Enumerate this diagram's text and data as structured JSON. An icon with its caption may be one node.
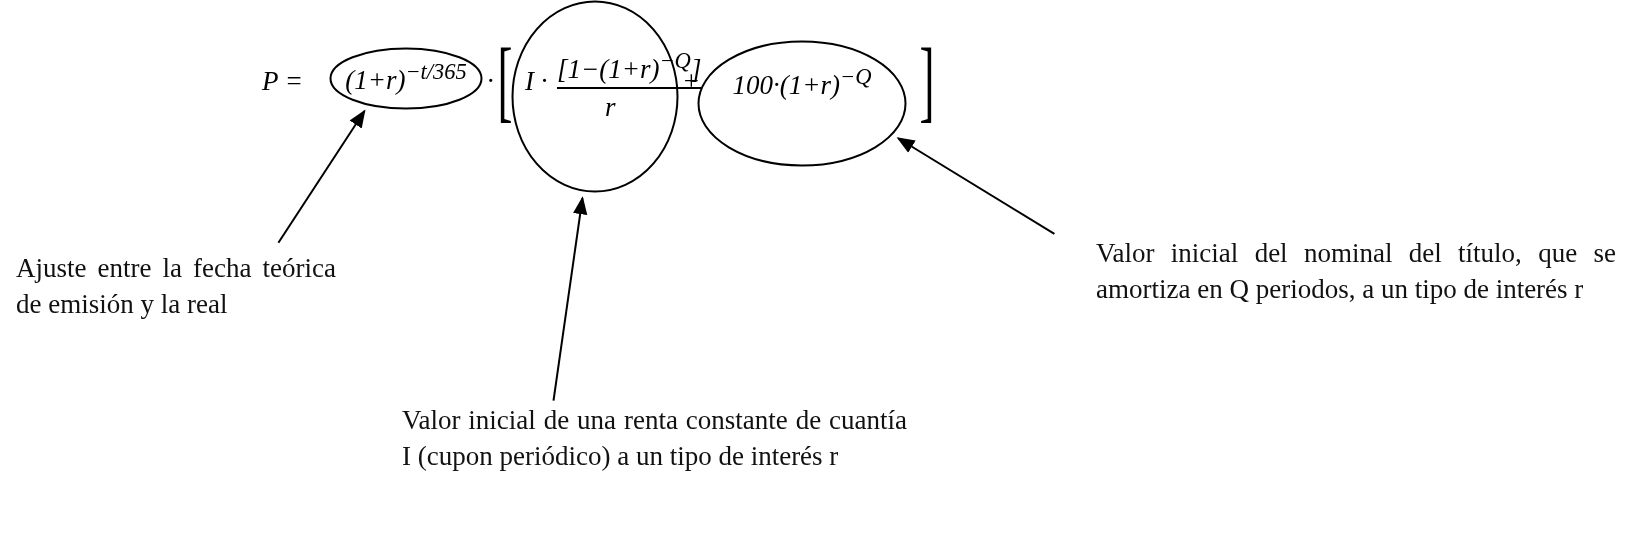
{
  "diagram": {
    "nodes": [
      {
        "text": [
          "(1+r)$^{−t/365}$"
        ]
      },
      {
        "text": [
          "I ·",
          "[1−(1+r)$^{−Q}$]",
          "r"
        ]
      },
      {
        "text": [
          "100·(1+r)$^{−Q}$"
        ]
      },
      {
        "text": [
          "Ajuste entre la fecha teórica de emisión y la real"
        ]
      },
      {
        "text": [
          "Valor inicial de una renta constante de cuantía I (cupon periódico) a un tipo de interés r"
        ]
      },
      {
        "text": [
          "Valor inicial del nominal del título, que se amortiza en Q periodos, a un tipo de interés r"
        ]
      }
    ],
    "edges": [
      {
        "from": 3,
        "to": 0,
        "arrow": "to"
      },
      {
        "from": 4,
        "to": 1,
        "arrow": "to"
      },
      {
        "from": 5,
        "to": 2,
        "arrow": "to"
      }
    ],
    "labels": [
      "P =",
      "·",
      "[",
      "+",
      "]"
    ]
  }
}
